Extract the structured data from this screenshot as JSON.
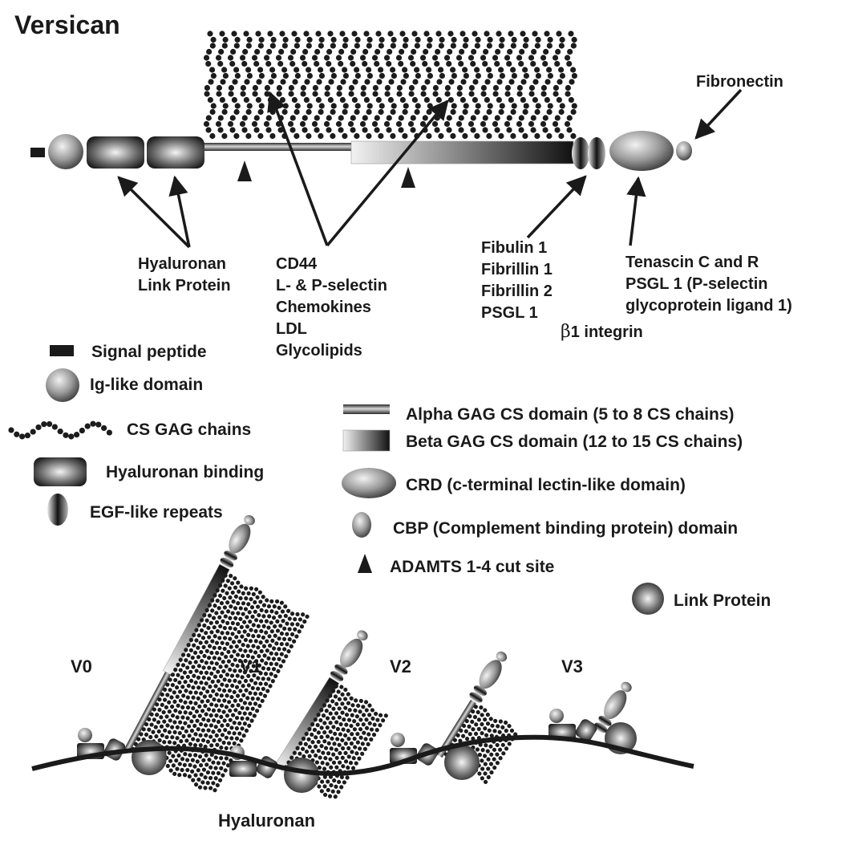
{
  "title": "Versican",
  "top_labels": {
    "fibronectin": "Fibronectin",
    "hyaluronan": "Hyaluronan",
    "link_protein": "Link Protein",
    "gag_partners": [
      "CD44",
      "L- & P-selectin",
      "Chemokines",
      "LDL",
      "Glycolipids"
    ],
    "egf_partners": [
      "Fibulin 1",
      "Fibrillin 1",
      "Fibrillin 2",
      "PSGL 1"
    ],
    "beta1_symbol": "β",
    "beta1_text": "1 integrin",
    "crd_partners": [
      "Tenascin C and R",
      "PSGL 1 (P-selectin",
      "glycoprotein ligand 1)"
    ]
  },
  "legend": {
    "signal_peptide": "Signal peptide",
    "ig_like": "Ig-like domain",
    "cs_gag": "CS GAG chains",
    "hyaluronan_binding": "Hyaluronan binding",
    "egf_like": "EGF-like repeats",
    "alpha_gag": "Alpha GAG CS domain (5 to 8 CS chains)",
    "beta_gag": "Beta GAG CS domain (12 to 15 CS chains)",
    "crd": "CRD (c-terminal lectin-like domain)",
    "cbp": "CBP (Complement binding protein) domain",
    "adamts": "ADAMTS 1-4 cut site",
    "link_protein": "Link Protein"
  },
  "isoforms": [
    "V0",
    "V1",
    "V2",
    "V3"
  ],
  "hyaluronan_label": "Hyaluronan",
  "icons": [
    "signal-peptide-icon",
    "ig-domain-icon",
    "gag-chain-icon",
    "hyaluronan-binding-icon",
    "egf-repeat-icon",
    "alpha-gag-bar-icon",
    "beta-gag-bar-icon",
    "crd-ellipse-icon",
    "cbp-icon",
    "cut-site-arrowhead-icon",
    "link-protein-icon"
  ]
}
